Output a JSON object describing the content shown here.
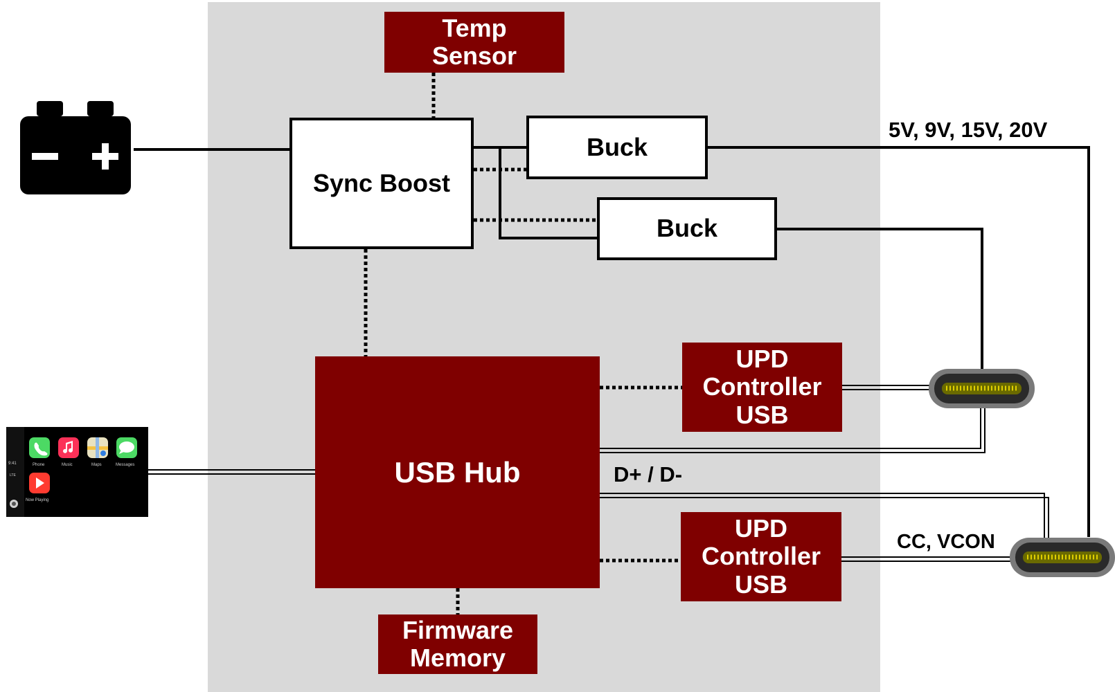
{
  "blocks": {
    "temp_sensor": "Temp\nSensor",
    "sync_boost": "Sync Boost",
    "buck_1": "Buck",
    "buck_2": "Buck",
    "usb_hub": "USB Hub",
    "upd_controller_1": "UPD\nController\nUSB",
    "upd_controller_2": "UPD\nController\nUSB",
    "firmware_memory": "Firmware\nMemory"
  },
  "labels": {
    "voltages": "5V, 9V, 15V, 20V",
    "data_lines": "D+ / D-",
    "cc_vcon": "CC, VCON"
  },
  "battery": {
    "minus": "−",
    "plus": "+"
  },
  "display": {
    "time": "9:41",
    "network": "LTE",
    "apps": [
      {
        "name": "Phone",
        "icon": "phone-icon",
        "color": "#4cd964"
      },
      {
        "name": "Music",
        "icon": "music-icon",
        "color": "#fc3158"
      },
      {
        "name": "Maps",
        "icon": "maps-icon",
        "color": "#e9e2c0"
      },
      {
        "name": "Messages",
        "icon": "messages-icon",
        "color": "#4cd964"
      },
      {
        "name": "Now Playing",
        "icon": "now-playing-icon",
        "color": "#ff3b30"
      }
    ]
  },
  "colors": {
    "block_red": "#7f0000",
    "background_panel": "#d9d9d9",
    "line": "#000000"
  }
}
